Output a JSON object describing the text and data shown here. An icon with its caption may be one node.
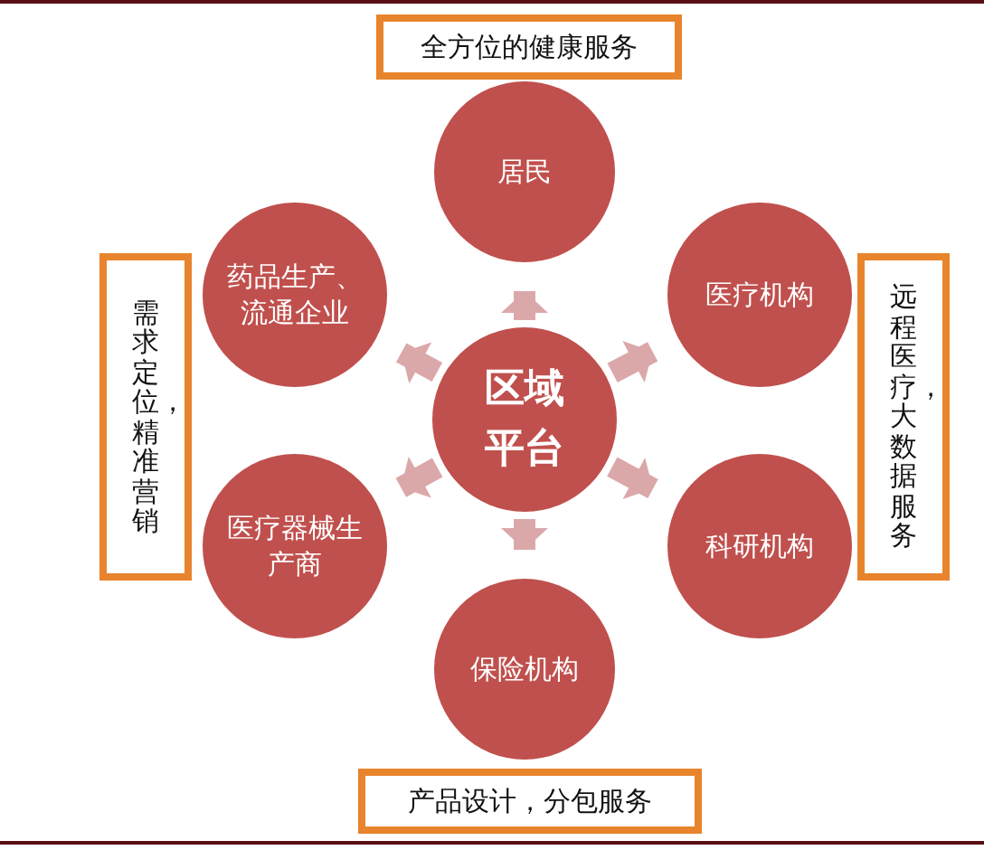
{
  "diagram": {
    "nodes": [
      {
        "text": [
          "全方位的健康服务"
        ]
      },
      {
        "text": [
          "居民"
        ]
      },
      {
        "text": [
          "药品生产、流通企业"
        ]
      },
      {
        "text": [
          "需求定位，精准营销"
        ]
      },
      {
        "text": [
          "医疗机构"
        ]
      },
      {
        "text": [
          "远程医疗，大数据服务"
        ]
      },
      {
        "text": [
          "区域平台"
        ]
      },
      {
        "text": [
          "医疗器械生产商"
        ]
      },
      {
        "text": [
          "科研机构"
        ]
      },
      {
        "text": [
          "保险机构"
        ]
      },
      {
        "text": [
          "产品设计，分包服务"
        ]
      }
    ],
    "edges": [
      {
        "from": 6,
        "to": 1,
        "arrow": "to"
      },
      {
        "from": 6,
        "to": 4,
        "arrow": "to"
      },
      {
        "from": 6,
        "to": 8,
        "arrow": "to"
      },
      {
        "from": 6,
        "to": 9,
        "arrow": "to"
      },
      {
        "from": 6,
        "to": 7,
        "arrow": "to"
      },
      {
        "from": 6,
        "to": 2,
        "arrow": "to"
      }
    ]
  }
}
